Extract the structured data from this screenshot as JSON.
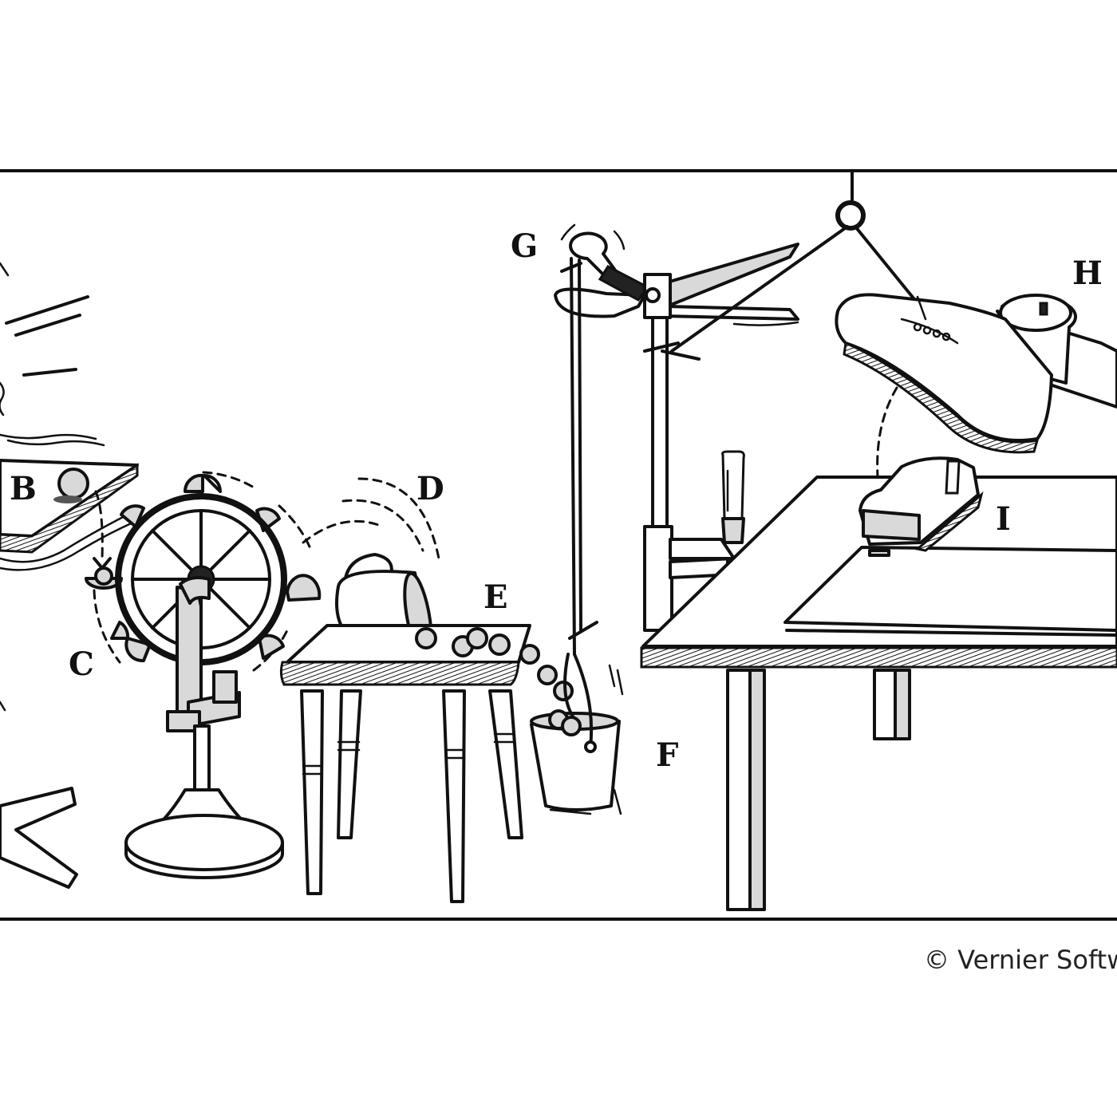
{
  "labels": {
    "B": "B",
    "C": "C",
    "D": "D",
    "E": "E",
    "F": "F",
    "G": "G",
    "H": "H",
    "I": "I"
  },
  "copyright": "© Vernier Softw"
}
